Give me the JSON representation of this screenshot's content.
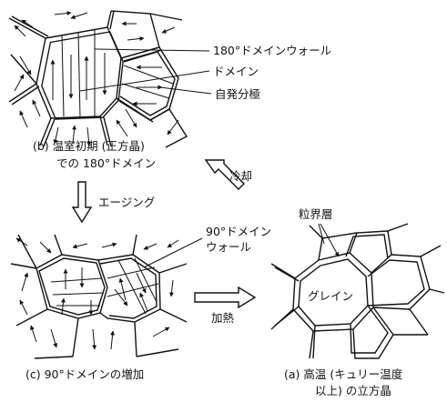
{
  "panel_b": {
    "label_wall": "180°ドメインウォール",
    "label_domain": "ドメイン",
    "label_polarization": "自発分極",
    "caption_line1": "(b) 温室初期 (正方晶)",
    "caption_line2": "での 180°ドメイン"
  },
  "panel_c": {
    "label_wall_line1": "90°ドメイン",
    "label_wall_line2": "ウォール",
    "caption": "(c) 90°ドメインの増加"
  },
  "panel_a": {
    "label_boundary": "粒界層",
    "label_grain": "グレイン",
    "caption_line1": "(a) 高温 (キュリー温度",
    "caption_line2": "以上) の立方晶"
  },
  "process": {
    "cooling": "冷却",
    "aging": "エージング",
    "heating": "加熱"
  }
}
